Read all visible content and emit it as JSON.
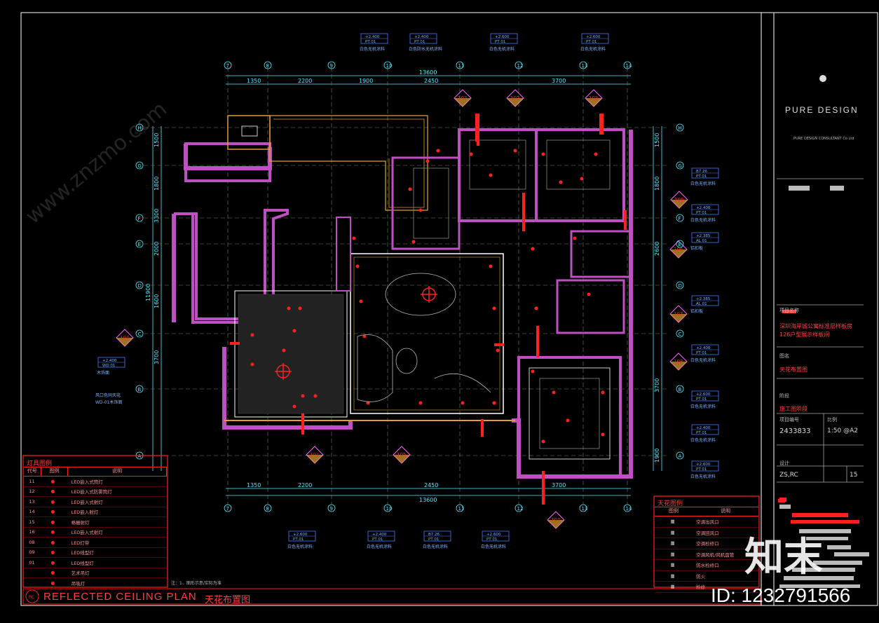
{
  "drawing": {
    "title_en": "REFLECTED CEILING PLAN",
    "title_cn": "天花布置图",
    "logo_text": "PURE DESIGN",
    "company_line": "PURE DESIGN CONSULTANT Co Ltd",
    "watermark_brand": "知末",
    "watermark_id": "ID: 1232791566",
    "watermark_site": "www.znzmo.com"
  },
  "dims_top": [
    "1350",
    "2200",
    "1900",
    "2450",
    "3700"
  ],
  "dims_top_total": "13600",
  "dims_bottom": [
    "1350",
    "2200",
    "2450",
    "3700"
  ],
  "dims_bottom_total": "13600",
  "dims_left": [
    "1500",
    "1800",
    "3300",
    "2000",
    "1600",
    "3700",
    "11900"
  ],
  "dims_right": [
    "1500",
    "1800",
    "2600",
    "3700",
    "1900"
  ],
  "grid_top": [
    "7",
    "8",
    "9",
    "10",
    "11",
    "12",
    "13",
    "14"
  ],
  "grid_side": [
    "H",
    "G",
    "F",
    "E",
    "D",
    "C",
    "B",
    "A"
  ],
  "ceiling_tags": [
    {
      "level": "+2.400",
      "code": "PT 01",
      "note": "白色无机涂料"
    },
    {
      "level": "+2.400",
      "code": "PT 01",
      "note": "白色防水无机涂料"
    },
    {
      "level": "+2.600",
      "code": "PT 01",
      "note": "白色无机涂料"
    },
    {
      "level": "+2.600",
      "code": "PT 01",
      "note": "白色无机涂料"
    }
  ],
  "side_tags": [
    {
      "level": "B7.26",
      "code": "PT 01",
      "note": "白色无机涂料"
    },
    {
      "level": "+2.400",
      "code": "PT 01",
      "note": "白色无机涂料"
    },
    {
      "level": "+2.385",
      "code": "AL 01",
      "note": "铝扣板"
    },
    {
      "level": "+2.385",
      "code": "AL 01",
      "note": "铝扣板"
    },
    {
      "level": "+2.400",
      "code": "PT 01",
      "note": "白色无机涂料"
    },
    {
      "level": "+2.600",
      "code": "PT 01",
      "note": "白色无机涂料"
    },
    {
      "level": "+2.400",
      "code": "PT 01",
      "note": "白色无机涂料"
    },
    {
      "level": "+2.600",
      "code": "PT 01",
      "note": "白色无机涂料"
    }
  ],
  "bottom_tags": [
    {
      "level": "+2.600",
      "code": "PT 01",
      "note": "白色无机涂料"
    },
    {
      "level": "+2.400",
      "code": "PT 01",
      "note": "白色无机涂料"
    },
    {
      "level": "B7.26",
      "code": "PT 01",
      "note": "白色无机涂料"
    },
    {
      "level": "+2.600",
      "code": "PT 01",
      "note": "白色无机涂料"
    }
  ],
  "left_tags": [
    {
      "level": "+2.400",
      "code": "WD 01",
      "note": "木饰面"
    },
    {
      "level": "风口色同天花",
      "code": "WD-01木饰面",
      "note": ""
    }
  ],
  "callouts": [
    "104",
    "101",
    "103",
    "102",
    "106",
    "105",
    "108",
    "107",
    "109"
  ],
  "legend_lights": {
    "title": "灯具图例",
    "headers": [
      "代号",
      "图例",
      "说明"
    ],
    "rows": [
      {
        "code": "11",
        "desc": "LED嵌入式筒灯"
      },
      {
        "code": "12",
        "desc": "LED嵌入式防雾筒灯"
      },
      {
        "code": "13",
        "desc": "LED嵌入式射灯"
      },
      {
        "code": "14",
        "desc": "LED嵌入射灯"
      },
      {
        "code": "15",
        "desc": "格栅射灯"
      },
      {
        "code": "16",
        "desc": "LED嵌入式射灯"
      },
      {
        "code": "08",
        "desc": "LED灯带"
      },
      {
        "code": "09",
        "desc": "LED线型灯"
      },
      {
        "code": "01",
        "desc": "LED线型灯"
      },
      {
        "code": "",
        "desc": "艺术吊灯"
      },
      {
        "code": "",
        "desc": "吊吸灯"
      }
    ],
    "note": "注：1、图形示意/实际为准"
  },
  "legend_ceiling": {
    "title": "天花图例",
    "headers": [
      "图例",
      "说明"
    ],
    "rows": [
      "空调出风口",
      "空调回风口",
      "空调检修口",
      "空调风机/风机盘管",
      "防水检修口",
      "防火",
      "检修"
    ]
  },
  "title_block": {
    "project_label": "项目名称",
    "project": "深圳海岸城公寓标准层样板房",
    "project_sub": "126户型展示样板间",
    "drawing_label": "图名",
    "drawing_name": "天花布置图",
    "stage_label": "阶段",
    "stage": "施工图阶段",
    "number_label": "项目编号",
    "number": "2433833",
    "scale_label": "比例",
    "scale": "1:50 @A2",
    "drawn_label": "设计",
    "drawn": "ZS,RC",
    "sheet": "15"
  },
  "colors": {
    "wall": "#c04fc4",
    "dim": "#55e8ff",
    "tag": "#3f7fff",
    "red": "#ff2020",
    "accent": "#ff6aff",
    "frame": "#ffffff",
    "orange": "#e0a030"
  }
}
